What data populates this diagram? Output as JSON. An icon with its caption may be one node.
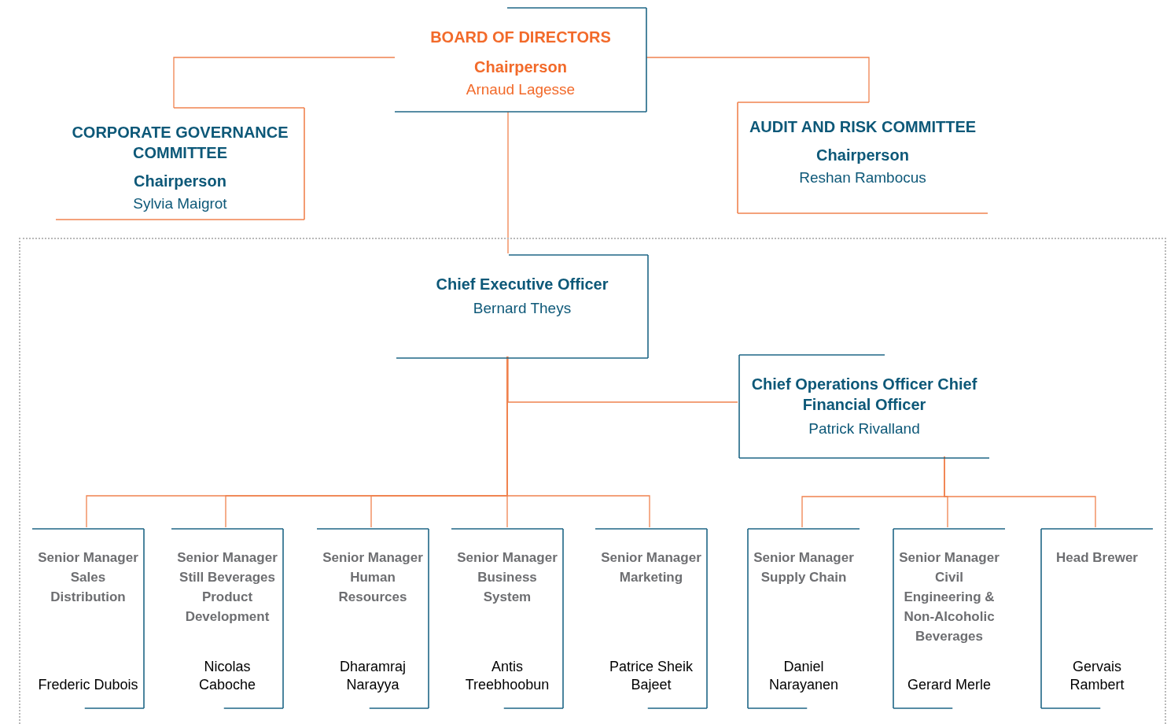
{
  "diagram": {
    "nodes": [
      {
        "text": [
          "BOARD OF DIRECTORS",
          "Chairperson",
          "Arnaud Lagesse"
        ]
      },
      {
        "text": [
          "CORPORATE GOVERNANCE COMMITTEE",
          "Chairperson",
          "Sylvia Maigrot"
        ]
      },
      {
        "text": [
          "AUDIT AND RISK COMMITTEE",
          "Chairperson",
          "Reshan Rambocus"
        ]
      },
      {
        "text": [],
        "shape": "box"
      },
      {
        "text": [
          "Chief Executive Officer",
          "Bernard Theys"
        ],
        "in": 3
      },
      {
        "text": [
          "Chief Operations Officer Chief Financial Officer",
          "Patrick Rivalland"
        ],
        "in": 3
      },
      {
        "text": [
          "Senior Manager Sales Distribution",
          "Frederic Dubois"
        ],
        "in": 3
      },
      {
        "text": [
          "Senior Manager Still Beverages Product Development",
          "Nicolas Caboche"
        ],
        "in": 3
      },
      {
        "text": [
          "Senior Manager Human Resources",
          "Dharamraj Narayya"
        ],
        "in": 3
      },
      {
        "text": [
          "Senior Manager Business System",
          "Antis Treebhoobun"
        ],
        "in": 3
      },
      {
        "text": [
          "Senior Manager Marketing",
          "Patrice Sheik Bajeet"
        ],
        "in": 3
      },
      {
        "text": [
          "Senior Manager Supply Chain",
          "Daniel Narayanen"
        ],
        "in": 3
      },
      {
        "text": [
          "Senior Manager Civil Engineering & Non-Alcoholic Beverages",
          "Gerard Merle"
        ],
        "in": 3
      },
      {
        "text": [
          "Head Brewer",
          "Gervais Rambert"
        ],
        "in": 3
      }
    ],
    "edges": [
      {
        "from": 0,
        "to": 1,
        "arrow": "none"
      },
      {
        "from": 0,
        "to": 2,
        "arrow": "none"
      },
      {
        "from": 0,
        "to": 4,
        "arrow": "none"
      },
      {
        "from": 4,
        "to": 5,
        "arrow": "none"
      },
      {
        "from": 4,
        "to": 6,
        "arrow": "none"
      },
      {
        "from": 4,
        "to": 7,
        "arrow": "none"
      },
      {
        "from": 4,
        "to": 8,
        "arrow": "none"
      },
      {
        "from": 4,
        "to": 9,
        "arrow": "none"
      },
      {
        "from": 4,
        "to": 10,
        "arrow": "none"
      },
      {
        "from": 5,
        "to": 11,
        "arrow": "none"
      },
      {
        "from": 5,
        "to": 12,
        "arrow": "none"
      },
      {
        "from": 5,
        "to": 13,
        "arrow": "none"
      }
    ]
  }
}
